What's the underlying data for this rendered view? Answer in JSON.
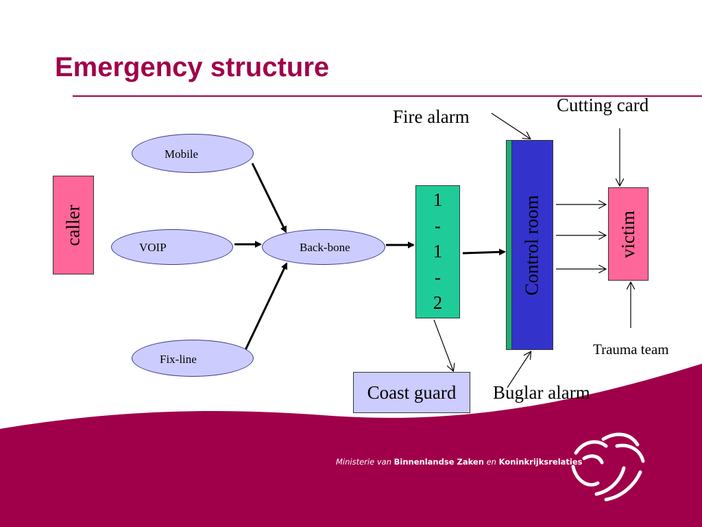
{
  "title": "Emergency structure",
  "footer": {
    "ministry_prefix": "Ministerie",
    "ministry_van": "van",
    "ministry_name_1": "Binnenlandse Zaken",
    "ministry_en": "en",
    "ministry_name_2": "Koninkrijksrelaties",
    "logo_icon": "lion-logo-icon"
  },
  "diagram": {
    "caller": "caller",
    "channels": {
      "mobile": "Mobile",
      "voip": "VOIP",
      "fixline": "Fix-line"
    },
    "backbone": "Back-bone",
    "number": [
      "1",
      "-",
      "1",
      "-",
      "2"
    ],
    "control_room": "Control room",
    "victim": "victim",
    "fire_alarm": "Fire alarm",
    "cutting_card": "Cutting card",
    "trauma_team": "Trauma team",
    "coast_guard": "Coast guard",
    "burglar_alarm": "Buglar alarm"
  },
  "colors": {
    "brand": "#a0004a",
    "caller_fill": "#ff6699",
    "ellipse_fill": "#ccccff",
    "number_fill": "#1fcc99",
    "control_fill": "#3333cc",
    "control_strip": "#22aa77"
  }
}
